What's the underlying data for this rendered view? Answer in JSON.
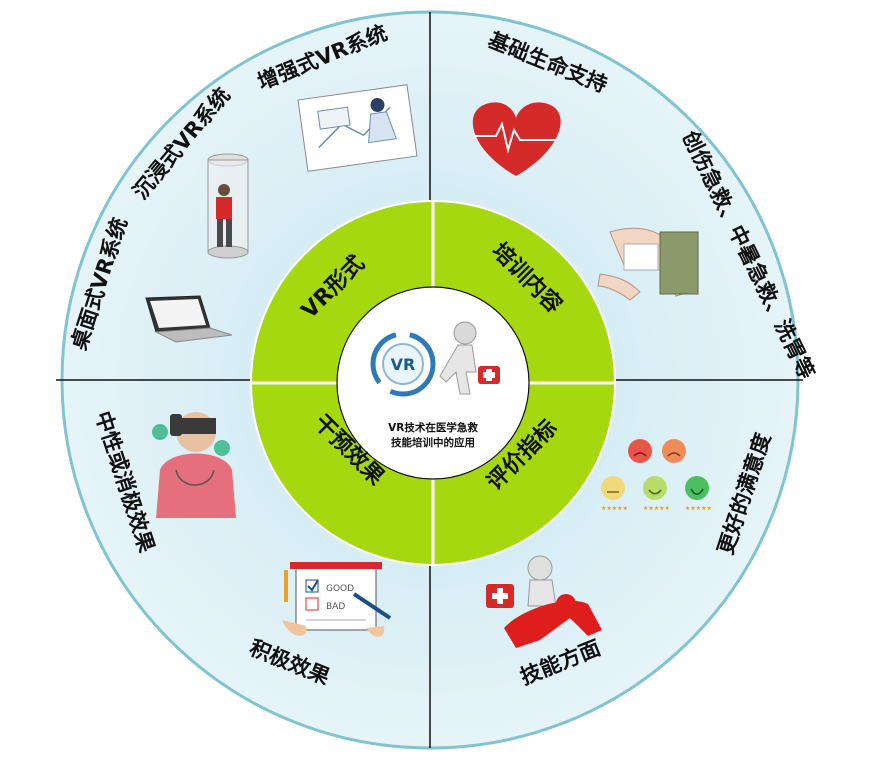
{
  "center": {
    "caption_line1": "VR技术在医学急救",
    "caption_line2": "技能培训中的应用",
    "logo_text": "VR"
  },
  "ring": {
    "top_left": "VR形式",
    "top_right": "培训内容",
    "bottom_left": "干预效果",
    "bottom_right": "评价指标",
    "color": "#a6d80f"
  },
  "outer": {
    "augmented": "增强式VR系统",
    "immersive": "沉浸式VR系统",
    "desktop": "桌面式VR系统",
    "basic_life": "基础生命支持",
    "trauma": "创伤急救、中暑急救、洗胃等",
    "neutral": "中性或消极效果",
    "positive": "积极效果",
    "skills": "技能方面",
    "satisfaction": "更好的满意度"
  },
  "icons": {
    "augmented": "ar-surgery-illustration",
    "immersive": "vr-booth-icon",
    "desktop": "laptop-icon",
    "basic_life": "heart-ecg-icon",
    "trauma": "bandaged-leg-icon",
    "neutral": "vr-headset-nurse-icon",
    "positive": "checklist-good-bad-icon",
    "skills": "first-aid-rescue-icon",
    "satisfaction": "emoji-rating-icon",
    "center": "medic-running-icon"
  },
  "colors": {
    "outer_fill": "#dff0f7",
    "outer_stroke": "#7fc4cf",
    "divider": "#111111"
  }
}
